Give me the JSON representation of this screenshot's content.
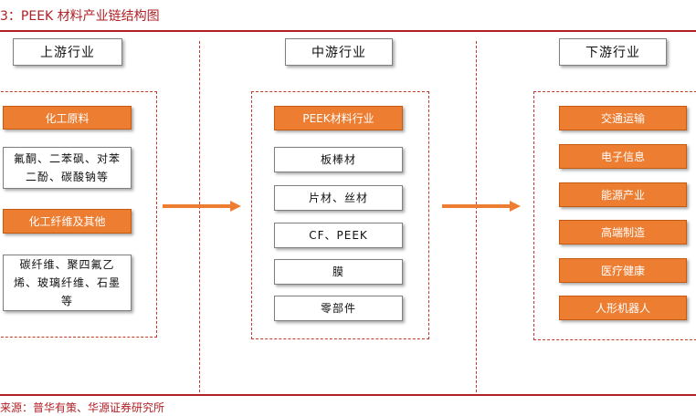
{
  "figure": {
    "title": "3：PEEK 材料产业链结构图",
    "source": "来源：普华有策、华源证券研究所"
  },
  "upstream": {
    "header": "上游行业",
    "items": [
      {
        "label": "化工原料",
        "style": "orange"
      },
      {
        "label": "氟酮、二苯砜、对苯二酚、碳酸钠等",
        "style": "white"
      },
      {
        "label": "化工纤维及其他",
        "style": "orange"
      },
      {
        "label": "碳纤维、聚四氟乙烯、玻璃纤维、石墨等",
        "style": "white"
      }
    ]
  },
  "midstream": {
    "header": "中游行业",
    "items": [
      {
        "label": "PEEK材料行业",
        "style": "orange"
      },
      {
        "label": "板棒材",
        "style": "white"
      },
      {
        "label": "片材、丝材",
        "style": "white"
      },
      {
        "label": "CF、PEEK",
        "style": "white"
      },
      {
        "label": "膜",
        "style": "white"
      },
      {
        "label": "零部件",
        "style": "white"
      }
    ]
  },
  "downstream": {
    "header": "下游行业",
    "items": [
      {
        "label": "交通运输",
        "style": "orange"
      },
      {
        "label": "电子信息",
        "style": "orange"
      },
      {
        "label": "能源产业",
        "style": "orange"
      },
      {
        "label": "高端制造",
        "style": "orange"
      },
      {
        "label": "医疗健康",
        "style": "orange"
      },
      {
        "label": "人形机器人",
        "style": "orange"
      }
    ]
  },
  "colors": {
    "accent_red": "#b01f24",
    "orange_fill": "#ed7d31",
    "dash_red": "#c0392b"
  }
}
